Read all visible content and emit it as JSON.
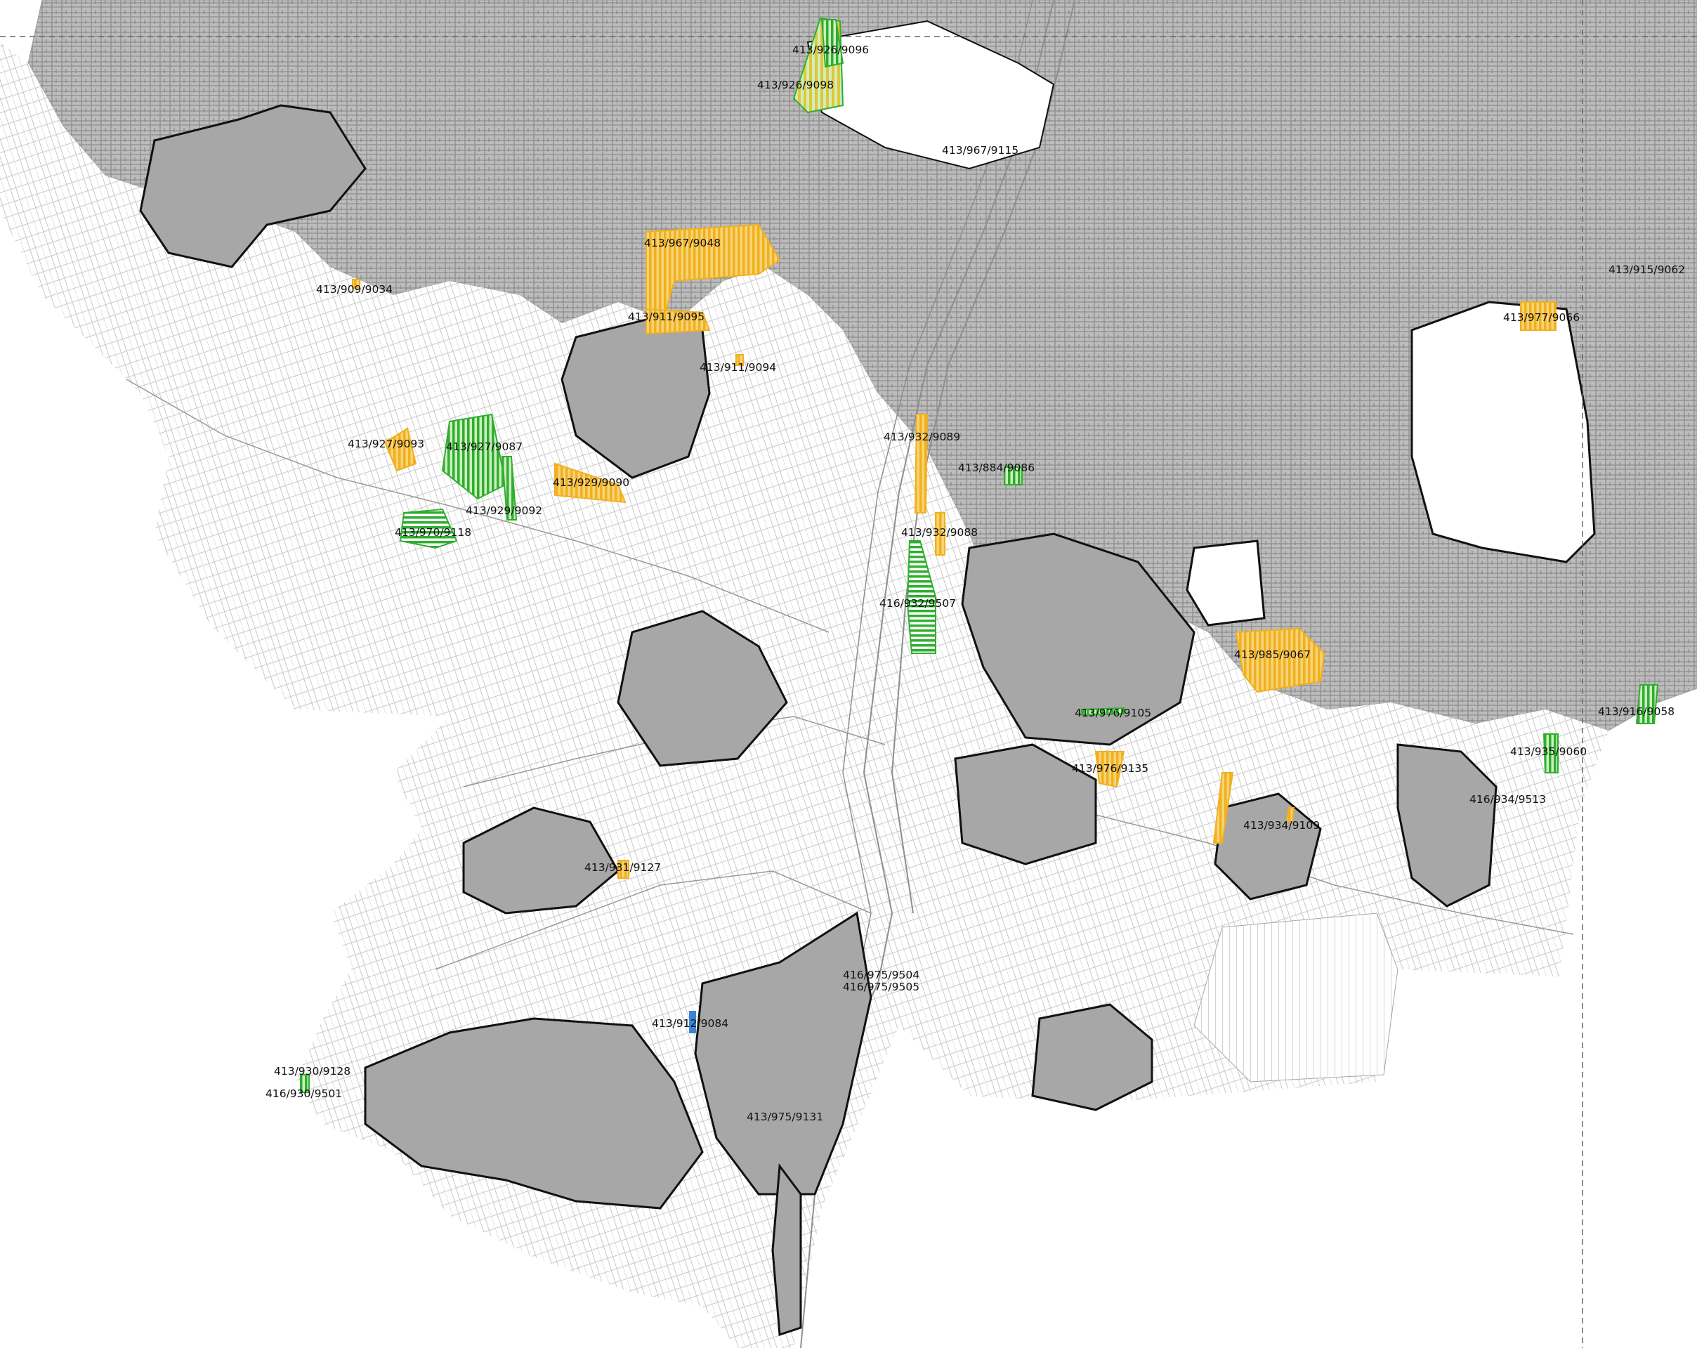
{
  "map": {
    "colors": {
      "background": "#ffffff",
      "parcel_line": "#a9a9a9",
      "built_up": "#9b9b9b",
      "boundary": "#111111",
      "change_yellow": "#f2b01e",
      "change_green": "#2fae2f",
      "change_light_green": "#cdeec0",
      "change_blue": "#3a86d6"
    },
    "labels": [
      {
        "id": "413/926/9096",
        "text": "413/926/9096"
      },
      {
        "id": "413/926/9098",
        "text": "413/926/9098"
      },
      {
        "id": "413/967/9115",
        "text": "413/967/9115"
      },
      {
        "id": "413/967/9048",
        "text": "413/967/9048"
      },
      {
        "id": "413/909/9034",
        "text": "413/909/9034"
      },
      {
        "id": "413/911/9095",
        "text": "413/911/9095"
      },
      {
        "id": "413/911/9094",
        "text": "413/911/9094"
      },
      {
        "id": "413/927/9093",
        "text": "413/927/9093"
      },
      {
        "id": "413/927/9087",
        "text": "413/927/9087"
      },
      {
        "id": "413/929/9090",
        "text": "413/929/9090"
      },
      {
        "id": "413/929/9092",
        "text": "413/929/9092"
      },
      {
        "id": "413/970/9118",
        "text": "413/970/9118"
      },
      {
        "id": "413/932/9089",
        "text": "413/932/9089"
      },
      {
        "id": "413/884/9086",
        "text": "413/884/9086"
      },
      {
        "id": "413/932/9088",
        "text": "413/932/9088"
      },
      {
        "id": "416/932/9507",
        "text": "416/932/9507"
      },
      {
        "id": "413/915/9062",
        "text": "413/915/9062"
      },
      {
        "id": "413/977/9066",
        "text": "413/977/9066"
      },
      {
        "id": "413/985/9067",
        "text": "413/985/9067"
      },
      {
        "id": "413/916/9058",
        "text": "413/916/9058"
      },
      {
        "id": "413/976/9105",
        "text": "413/976/9105"
      },
      {
        "id": "413/935/9060",
        "text": "413/935/9060"
      },
      {
        "id": "413/976/9135",
        "text": "413/976/9135"
      },
      {
        "id": "416/934/9513",
        "text": "416/934/9513"
      },
      {
        "id": "413/934/9109",
        "text": "413/934/9109"
      },
      {
        "id": "413/931/9127",
        "text": "413/931/9127"
      },
      {
        "id": "416/975/9504",
        "text": "416/975/9504"
      },
      {
        "id": "416/975/9505",
        "text": "416/975/9505"
      },
      {
        "id": "413/912/9084",
        "text": "413/912/9084"
      },
      {
        "id": "413/930/9128",
        "text": "413/930/9128"
      },
      {
        "id": "416/930/9501",
        "text": "416/930/9501"
      },
      {
        "id": "413/975/9131",
        "text": "413/975/9131"
      }
    ]
  }
}
